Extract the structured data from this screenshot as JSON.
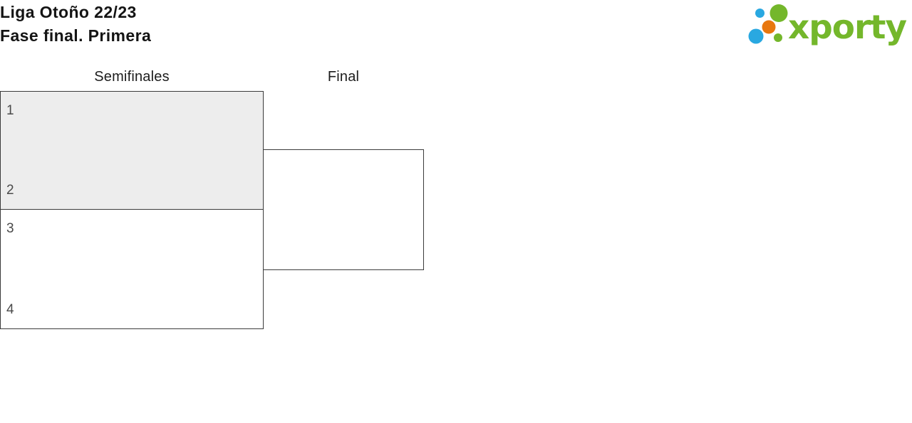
{
  "header": {
    "title_line1": "Liga Otoño 22/23",
    "title_line2": "Fase final. Primera"
  },
  "logo": {
    "wordmark": "xporty",
    "colors": {
      "green": "#74b72b",
      "blue": "#29a8e1",
      "orange": "#e8770e"
    }
  },
  "bracket": {
    "rounds": [
      {
        "label": "Semifinales",
        "matches": [
          {
            "seeds": [
              "1",
              "2"
            ],
            "highlighted": true
          },
          {
            "seeds": [
              "3",
              "4"
            ],
            "highlighted": false
          }
        ]
      },
      {
        "label": "Final",
        "matches": [
          {
            "seeds": [],
            "highlighted": false
          }
        ]
      }
    ]
  },
  "colors": {
    "match_border": "#3b3b3b",
    "highlight_background": "#ededed",
    "seed_text": "#4a4a4a",
    "title_text": "#141414"
  }
}
